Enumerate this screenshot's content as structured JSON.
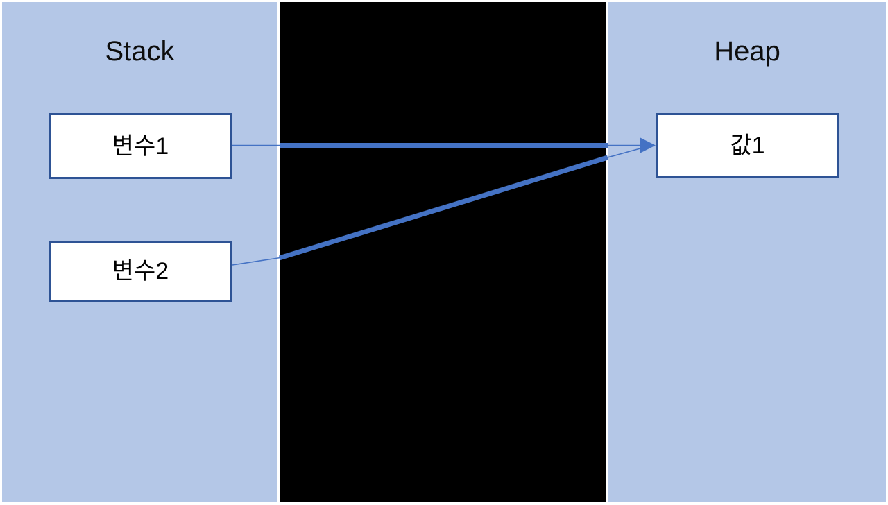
{
  "diagram": {
    "title": "Stack and Heap memory reference diagram",
    "background_color": "#ffffff",
    "panel_color": "#b4c7e7",
    "divider_color": "#000000",
    "box_fill": "#ffffff",
    "box_border_color": "#2e5395",
    "connector_color": "#4472c4"
  },
  "stack": {
    "title": "Stack",
    "boxes": [
      {
        "label": "변수1"
      },
      {
        "label": "변수2"
      }
    ]
  },
  "heap": {
    "title": "Heap",
    "boxes": [
      {
        "label": "값1"
      }
    ]
  },
  "connectors": [
    {
      "name": "var1-to-val1",
      "from": "변수1",
      "to": "값1",
      "arrowhead": true
    },
    {
      "name": "var2-to-val1",
      "from": "변수2",
      "to": "값1",
      "arrowhead": true
    }
  ]
}
